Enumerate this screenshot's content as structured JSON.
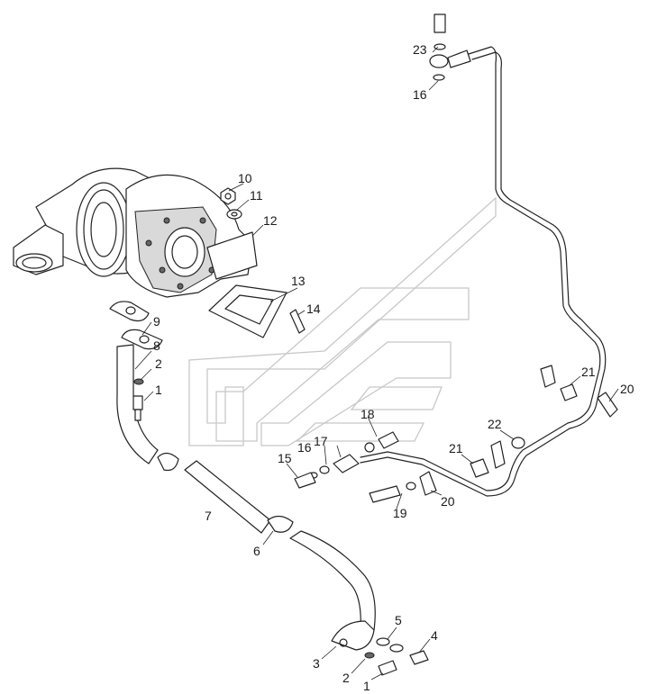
{
  "labels": {
    "p1a": "1",
    "p1b": "1",
    "p2a": "2",
    "p2b": "2",
    "p3": "3",
    "p4": "4",
    "p5": "5",
    "p6": "6",
    "p7": "7",
    "p8": "8",
    "p9": "9",
    "p10": "10",
    "p11": "11",
    "p12": "12",
    "p13": "13",
    "p14": "14",
    "p15": "15",
    "p16a": "16",
    "p16b": "16",
    "p17": "17",
    "p18": "18",
    "p19": "19",
    "p20a": "20",
    "p20b": "20",
    "p21a": "21",
    "p21b": "21",
    "p22": "22",
    "p23": "23"
  },
  "colors": {
    "line": "#222222",
    "watermark": "#c8c8c8",
    "fill": "#d9d9d9"
  }
}
